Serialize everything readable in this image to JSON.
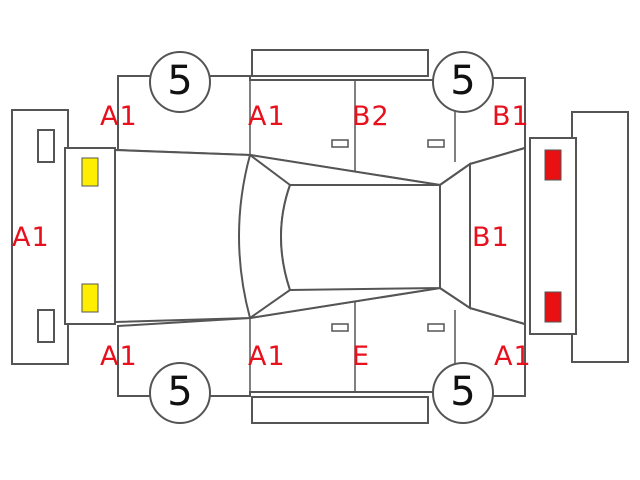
{
  "colors": {
    "outline": "#555555",
    "code_text": "#e8101c",
    "tire_text": "#111111",
    "headlight": "#ffee00",
    "taillight": "#e81010"
  },
  "tires": {
    "front_left": "5",
    "rear_left": "5",
    "front_right": "5",
    "rear_right": "5"
  },
  "damage_codes": {
    "front_bumper": "A1",
    "front_left_fender": "A1",
    "front_left_door": "A1",
    "rear_left_door": "B2",
    "rear_left_quarter": "B1",
    "front_right_fender": "A1",
    "front_right_door": "A1",
    "rear_right_door": "E",
    "rear_right_quarter": "A1",
    "rear_glass": "B1"
  }
}
